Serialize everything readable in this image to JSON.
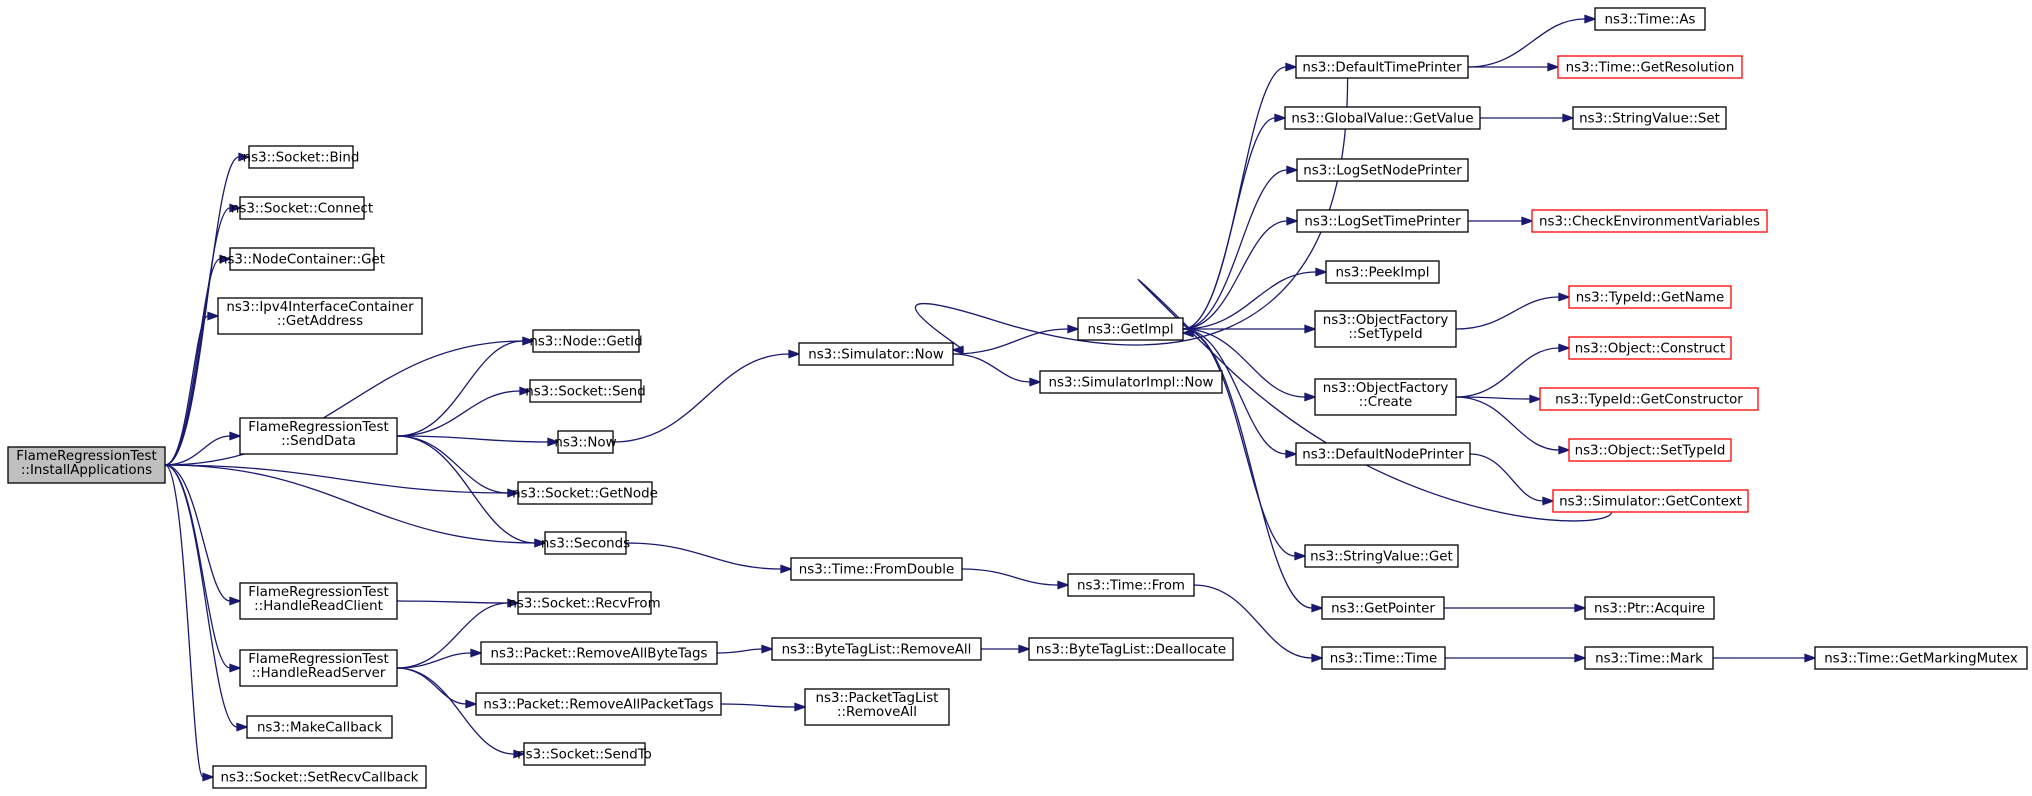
{
  "colors": {
    "edge": "#191970",
    "border_normal": "#000000",
    "border_truncated": "#ff0000",
    "root_fill": "#bfbfbf",
    "node_fill": "#ffffff"
  },
  "nodes": {
    "root": {
      "lines": [
        "FlameRegressionTest",
        "::InstallApplications"
      ],
      "kind": "root"
    },
    "bind": {
      "lines": [
        "ns3::Socket::Bind"
      ],
      "kind": "normal"
    },
    "connect": {
      "lines": [
        "ns3::Socket::Connect"
      ],
      "kind": "normal"
    },
    "ncget": {
      "lines": [
        "ns3::NodeContainer::Get"
      ],
      "kind": "normal"
    },
    "ipv4addr": {
      "lines": [
        "ns3::Ipv4InterfaceContainer",
        "::GetAddress"
      ],
      "kind": "normal"
    },
    "nodegetid": {
      "lines": [
        "ns3::Node::GetId"
      ],
      "kind": "normal"
    },
    "senddata": {
      "lines": [
        "FlameRegressionTest",
        "::SendData"
      ],
      "kind": "normal"
    },
    "socksend": {
      "lines": [
        "ns3::Socket::Send"
      ],
      "kind": "normal"
    },
    "now": {
      "lines": [
        "ns3::Now"
      ],
      "kind": "normal"
    },
    "getnode": {
      "lines": [
        "ns3::Socket::GetNode"
      ],
      "kind": "normal"
    },
    "seconds": {
      "lines": [
        "ns3::Seconds"
      ],
      "kind": "normal"
    },
    "hrc": {
      "lines": [
        "FlameRegressionTest",
        "::HandleReadClient"
      ],
      "kind": "normal"
    },
    "recvfrom": {
      "lines": [
        "ns3::Socket::RecvFrom"
      ],
      "kind": "normal"
    },
    "hrs": {
      "lines": [
        "FlameRegressionTest",
        "::HandleReadServer"
      ],
      "kind": "normal"
    },
    "rmbytetags": {
      "lines": [
        "ns3::Packet::RemoveAllByteTags"
      ],
      "kind": "normal"
    },
    "rmpackettags": {
      "lines": [
        "ns3::Packet::RemoveAllPacketTags"
      ],
      "kind": "normal"
    },
    "sendto": {
      "lines": [
        "ns3::Socket::SendTo"
      ],
      "kind": "normal"
    },
    "makecb": {
      "lines": [
        "ns3::MakeCallback"
      ],
      "kind": "normal"
    },
    "setrecvcb": {
      "lines": [
        "ns3::Socket::SetRecvCallback"
      ],
      "kind": "normal"
    },
    "simnow": {
      "lines": [
        "ns3::Simulator::Now"
      ],
      "kind": "normal"
    },
    "fromdouble": {
      "lines": [
        "ns3::Time::FromDouble"
      ],
      "kind": "normal"
    },
    "btlremoveall": {
      "lines": [
        "ns3::ByteTagList::RemoveAll"
      ],
      "kind": "normal"
    },
    "ptlremoveall": {
      "lines": [
        "ns3::PacketTagList",
        "::RemoveAll"
      ],
      "kind": "normal"
    },
    "getimpl": {
      "lines": [
        "ns3::GetImpl"
      ],
      "kind": "normal"
    },
    "simimplnow": {
      "lines": [
        "ns3::SimulatorImpl::Now"
      ],
      "kind": "normal"
    },
    "timefrom": {
      "lines": [
        "ns3::Time::From"
      ],
      "kind": "normal"
    },
    "btldealloc": {
      "lines": [
        "ns3::ByteTagList::Deallocate"
      ],
      "kind": "normal"
    },
    "deftimeprinter": {
      "lines": [
        "ns3::DefaultTimePrinter"
      ],
      "kind": "normal"
    },
    "gvgetvalue": {
      "lines": [
        "ns3::GlobalValue::GetValue"
      ],
      "kind": "normal"
    },
    "logsetnodeprinter": {
      "lines": [
        "ns3::LogSetNodePrinter"
      ],
      "kind": "normal"
    },
    "logsettimeprinter": {
      "lines": [
        "ns3::LogSetTimePrinter"
      ],
      "kind": "normal"
    },
    "peekimpl": {
      "lines": [
        "ns3::PeekImpl"
      ],
      "kind": "normal"
    },
    "ofsettypeid": {
      "lines": [
        "ns3::ObjectFactory",
        "::SetTypeId"
      ],
      "kind": "normal"
    },
    "ofcreate": {
      "lines": [
        "ns3::ObjectFactory",
        "::Create"
      ],
      "kind": "normal"
    },
    "defnodeprinter": {
      "lines": [
        "ns3::DefaultNodePrinter"
      ],
      "kind": "normal"
    },
    "svget": {
      "lines": [
        "ns3::StringValue::Get"
      ],
      "kind": "normal"
    },
    "getpointer": {
      "lines": [
        "ns3::GetPointer"
      ],
      "kind": "normal"
    },
    "timetime": {
      "lines": [
        "ns3::Time::Time"
      ],
      "kind": "normal"
    },
    "timeas": {
      "lines": [
        "ns3::Time::As"
      ],
      "kind": "normal"
    },
    "timegetres": {
      "lines": [
        "ns3::Time::GetResolution"
      ],
      "kind": "truncated"
    },
    "svset": {
      "lines": [
        "ns3::StringValue::Set"
      ],
      "kind": "normal"
    },
    "checkenv": {
      "lines": [
        "ns3::CheckEnvironmentVariables"
      ],
      "kind": "truncated"
    },
    "tidgetname": {
      "lines": [
        "ns3::TypeId::GetName"
      ],
      "kind": "truncated"
    },
    "objconstruct": {
      "lines": [
        "ns3::Object::Construct"
      ],
      "kind": "truncated"
    },
    "tidgetctor": {
      "lines": [
        "ns3::TypeId::GetConstructor"
      ],
      "kind": "truncated"
    },
    "objsettypeid": {
      "lines": [
        "ns3::Object::SetTypeId"
      ],
      "kind": "truncated"
    },
    "simgetctx": {
      "lines": [
        "ns3::Simulator::GetContext"
      ],
      "kind": "truncated"
    },
    "ptracquire": {
      "lines": [
        "ns3::Ptr::Acquire"
      ],
      "kind": "normal"
    },
    "timemark": {
      "lines": [
        "ns3::Time::Mark"
      ],
      "kind": "normal"
    },
    "timegetmutex": {
      "lines": [
        "ns3::Time::GetMarkingMutex"
      ],
      "kind": "normal"
    }
  },
  "edges": [
    [
      "root",
      "bind"
    ],
    [
      "root",
      "connect"
    ],
    [
      "root",
      "ncget"
    ],
    [
      "root",
      "ipv4addr"
    ],
    [
      "root",
      "nodegetid"
    ],
    [
      "root",
      "senddata"
    ],
    [
      "root",
      "getnode"
    ],
    [
      "root",
      "seconds"
    ],
    [
      "root",
      "hrc"
    ],
    [
      "root",
      "hrs"
    ],
    [
      "root",
      "makecb"
    ],
    [
      "root",
      "setrecvcb"
    ],
    [
      "senddata",
      "nodegetid"
    ],
    [
      "senddata",
      "socksend"
    ],
    [
      "senddata",
      "now"
    ],
    [
      "senddata",
      "getnode"
    ],
    [
      "senddata",
      "seconds"
    ],
    [
      "hrc",
      "recvfrom"
    ],
    [
      "hrs",
      "recvfrom"
    ],
    [
      "hrs",
      "rmbytetags"
    ],
    [
      "hrs",
      "rmpackettags"
    ],
    [
      "hrs",
      "sendto"
    ],
    [
      "now",
      "simnow"
    ],
    [
      "seconds",
      "fromdouble"
    ],
    [
      "rmbytetags",
      "btlremoveall"
    ],
    [
      "rmpackettags",
      "ptlremoveall"
    ],
    [
      "simnow",
      "getimpl"
    ],
    [
      "simnow",
      "simimplnow"
    ],
    [
      "fromdouble",
      "timefrom"
    ],
    [
      "btlremoveall",
      "btldealloc"
    ],
    [
      "getimpl",
      "deftimeprinter"
    ],
    [
      "getimpl",
      "gvgetvalue"
    ],
    [
      "getimpl",
      "logsetnodeprinter"
    ],
    [
      "getimpl",
      "logsettimeprinter"
    ],
    [
      "getimpl",
      "peekimpl"
    ],
    [
      "getimpl",
      "ofsettypeid"
    ],
    [
      "getimpl",
      "ofcreate"
    ],
    [
      "getimpl",
      "defnodeprinter"
    ],
    [
      "getimpl",
      "svget"
    ],
    [
      "getimpl",
      "getpointer"
    ],
    [
      "deftimeprinter",
      "simnow"
    ],
    [
      "timefrom",
      "timetime"
    ],
    [
      "deftimeprinter",
      "timeas"
    ],
    [
      "deftimeprinter",
      "timegetres"
    ],
    [
      "gvgetvalue",
      "svset"
    ],
    [
      "logsettimeprinter",
      "checkenv"
    ],
    [
      "ofsettypeid",
      "tidgetname"
    ],
    [
      "ofcreate",
      "objconstruct"
    ],
    [
      "ofcreate",
      "tidgetctor"
    ],
    [
      "ofcreate",
      "objsettypeid"
    ],
    [
      "defnodeprinter",
      "simgetctx"
    ],
    [
      "simgetctx",
      "getimpl"
    ],
    [
      "getpointer",
      "ptracquire"
    ],
    [
      "timetime",
      "timemark"
    ],
    [
      "timemark",
      "timegetmutex"
    ]
  ]
}
